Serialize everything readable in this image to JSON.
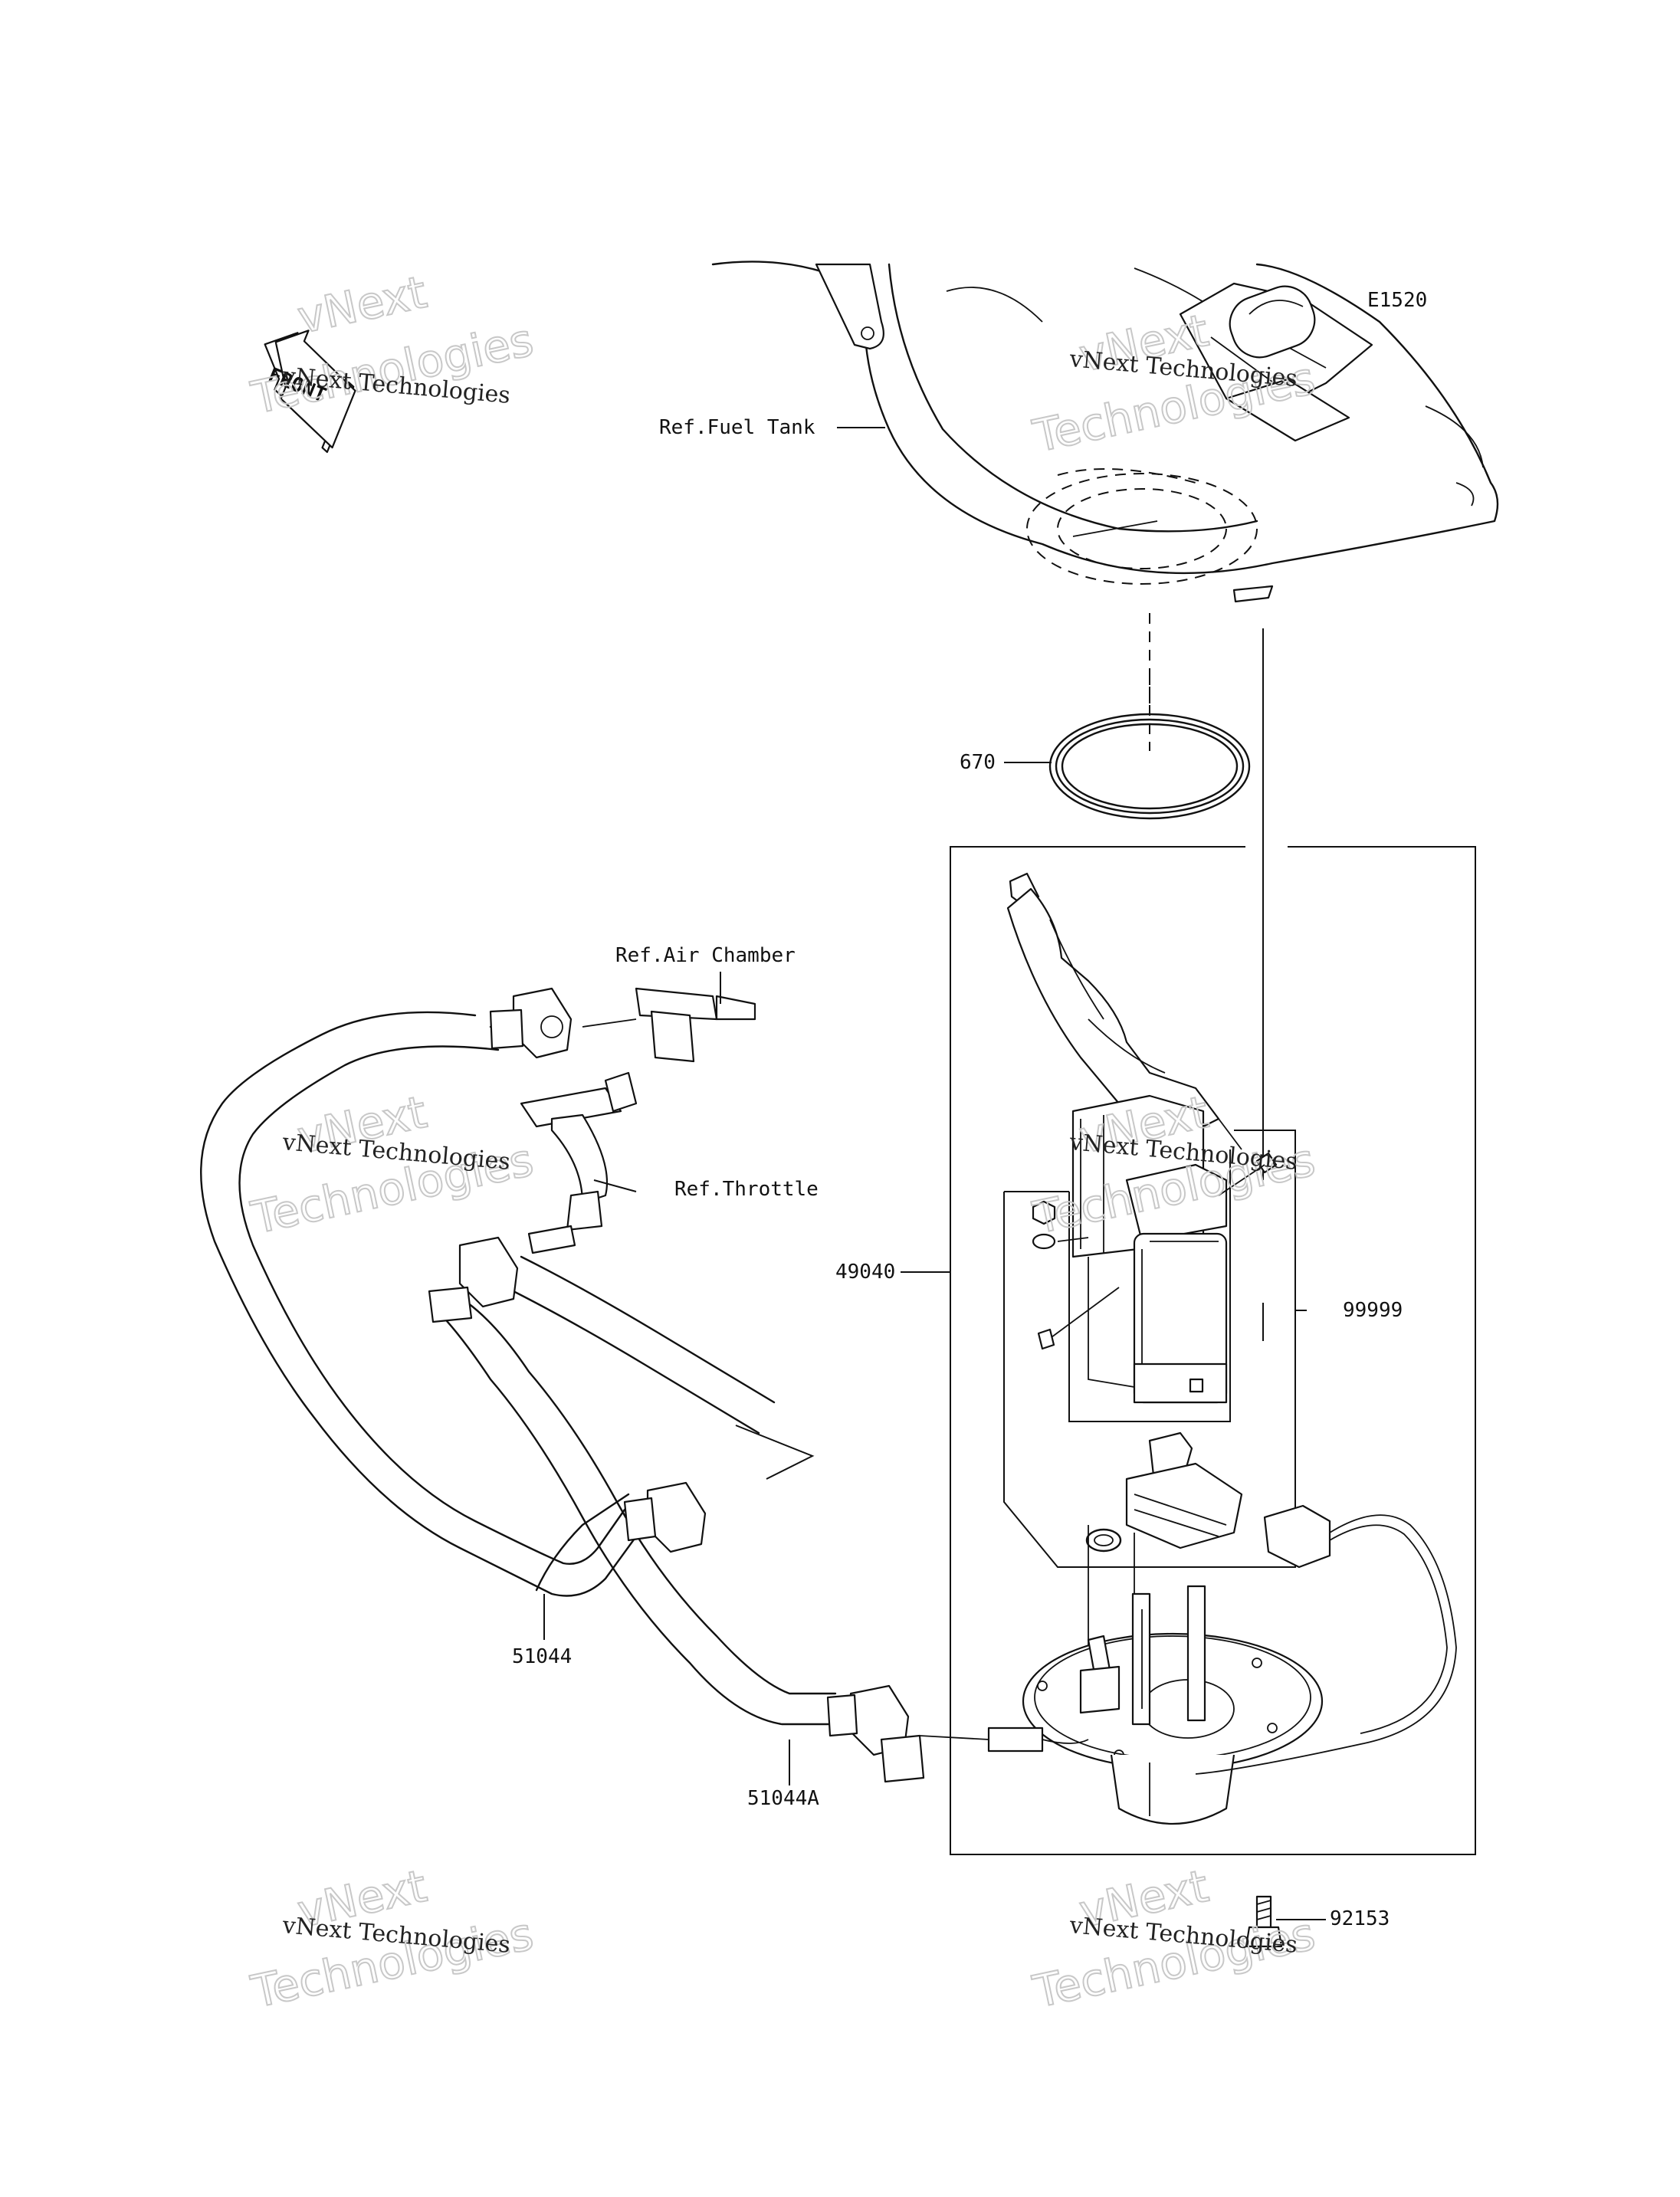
{
  "diagram": {
    "code": "E1520",
    "front_label": "FRONT",
    "refs": {
      "fuel_tank": "Ref.Fuel Tank",
      "air_chamber": "Ref.Air Chamber",
      "throttle": "Ref.Throttle"
    },
    "parts": {
      "p670": "670",
      "p49040": "49040",
      "p99999": "99999",
      "p51044": "51044",
      "p51044a": "51044A",
      "p92153": "92153"
    }
  },
  "watermark": {
    "line1": "vNext",
    "line2": "vNext Technologies",
    "line3": "Technologies"
  }
}
